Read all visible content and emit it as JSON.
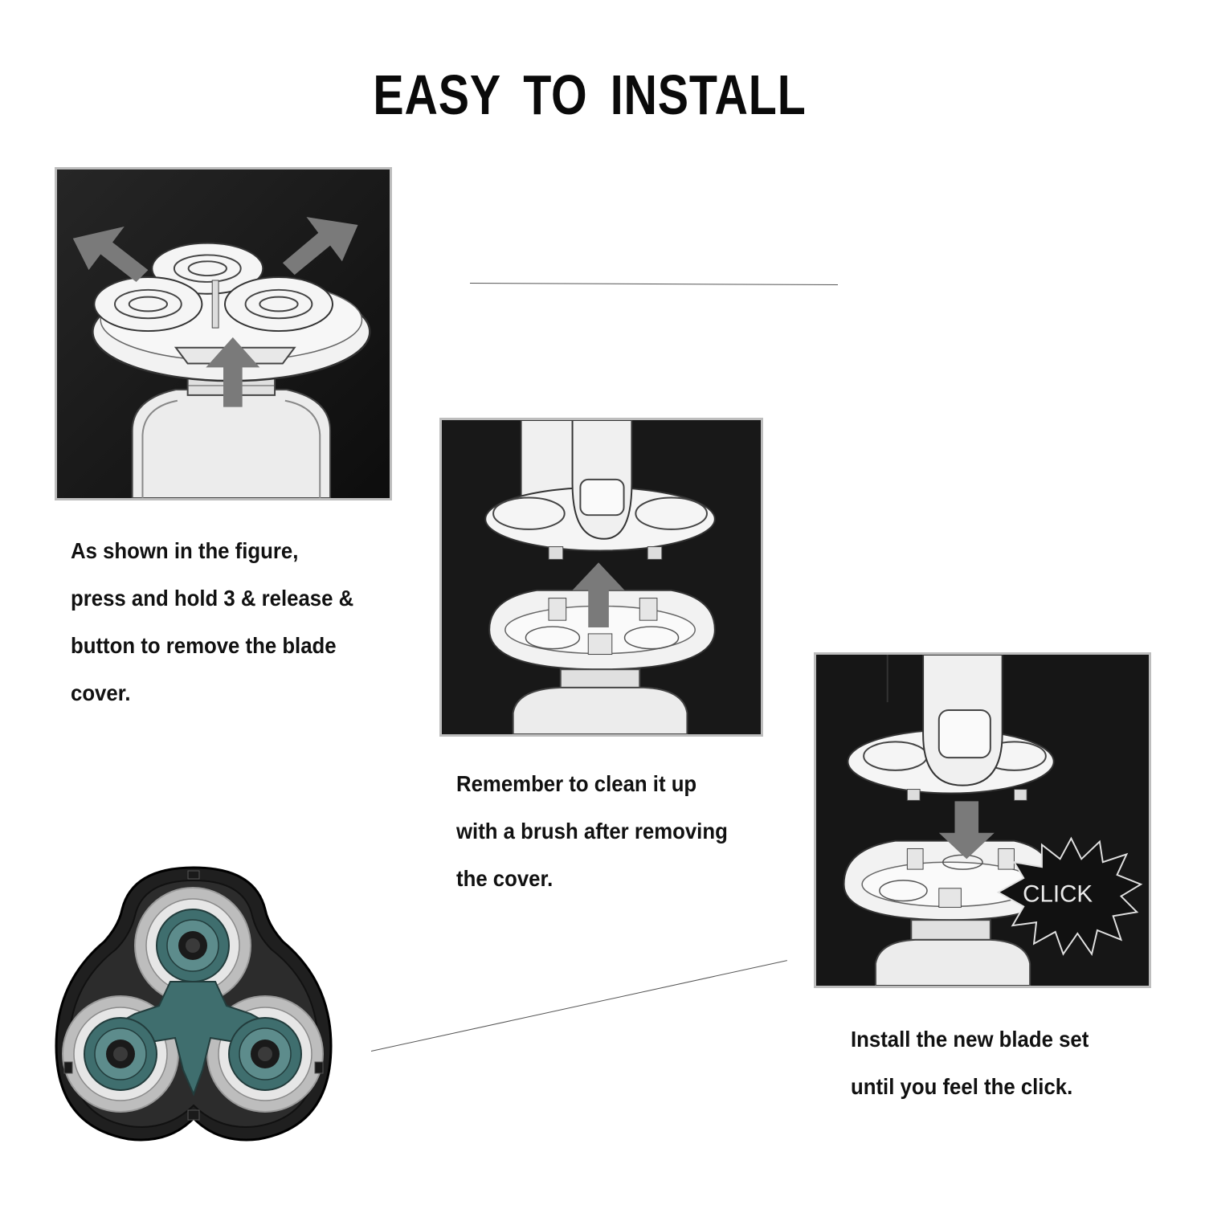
{
  "title": "EASY TO INSTALL",
  "steps": [
    {
      "lines": [
        "As shown in the figure,",
        "press and hold 3 & release &",
        "button to remove the blade",
        "cover."
      ]
    },
    {
      "lines": [
        "Remember to clean it up",
        "with a brush after removing",
        "the cover."
      ]
    },
    {
      "lines": [
        "Install the new blade set",
        "until you feel the click."
      ],
      "badge": "CLICK"
    }
  ],
  "colors": {
    "panel_bg": "#151515",
    "arrow_gray": "#7a7a7a",
    "illustration": "#f2f2f2",
    "blade_teal": "#3f6e6e"
  }
}
